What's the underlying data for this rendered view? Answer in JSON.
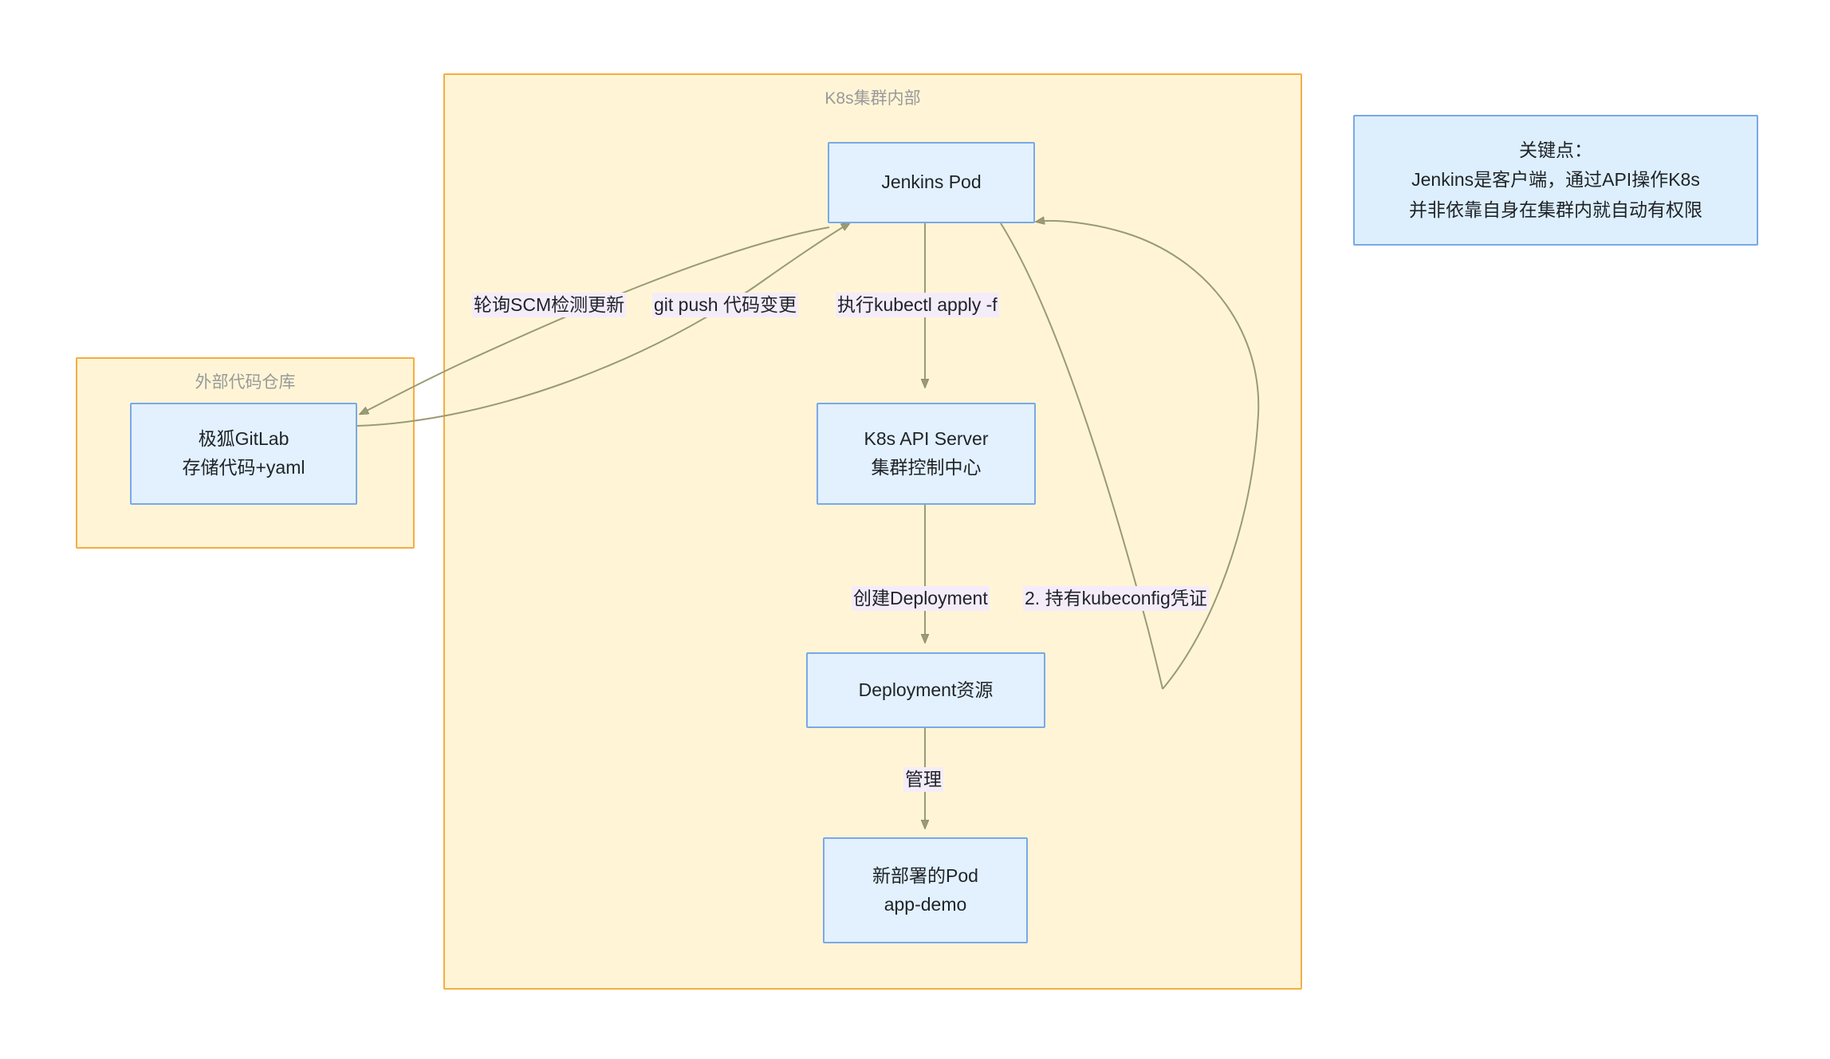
{
  "diagram": {
    "type": "flowchart",
    "background_color": "#ffffff",
    "palette": {
      "cluster_fill": "#fff5d6",
      "cluster_border": "#f5ad42",
      "cluster_title_color": "#999999",
      "node_fill": "#e2f1fd",
      "node_border": "#7aa8e8",
      "note_fill": "#ddeffc",
      "note_border": "#7aa8e8",
      "edge_color": "#9a9a74",
      "edge_label_fill": "#f5ecfa",
      "text_color": "#1f2329"
    },
    "clusters": [
      {
        "id": "k8s-cluster",
        "title": "K8s集群内部"
      },
      {
        "id": "repo-cluster",
        "title": "外部代码仓库"
      }
    ],
    "nodes": [
      {
        "id": "jenkins-pod",
        "lines": [
          "Jenkins Pod"
        ]
      },
      {
        "id": "gitlab",
        "lines": [
          "极狐GitLab",
          "存储代码+yaml"
        ]
      },
      {
        "id": "api-server",
        "lines": [
          "K8s API Server",
          "集群控制中心"
        ]
      },
      {
        "id": "deployment",
        "lines": [
          "Deployment资源"
        ]
      },
      {
        "id": "new-pod",
        "lines": [
          "新部署的Pod",
          "app-demo"
        ]
      }
    ],
    "edges": [
      {
        "id": "poll-scm",
        "from": "jenkins-pod",
        "to": "gitlab",
        "label": "轮询SCM检测更新"
      },
      {
        "id": "git-push",
        "from": "gitlab",
        "to": "jenkins-pod",
        "label": "git push 代码变更"
      },
      {
        "id": "kubectl-apply",
        "from": "jenkins-pod",
        "to": "api-server",
        "label": "执行kubectl apply -f"
      },
      {
        "id": "create-deploy",
        "from": "api-server",
        "to": "deployment",
        "label": "创建Deployment"
      },
      {
        "id": "kubeconfig",
        "from": "jenkins-pod",
        "to": "jenkins-pod",
        "label": "2. 持有kubeconfig凭证"
      },
      {
        "id": "manage",
        "from": "deployment",
        "to": "new-pod",
        "label": "管理"
      }
    ],
    "note": {
      "id": "key-point-note",
      "lines": [
        "关键点：",
        "Jenkins是客户端，通过API操作K8s",
        "并非依靠自身在集群内就自动有权限"
      ]
    }
  }
}
